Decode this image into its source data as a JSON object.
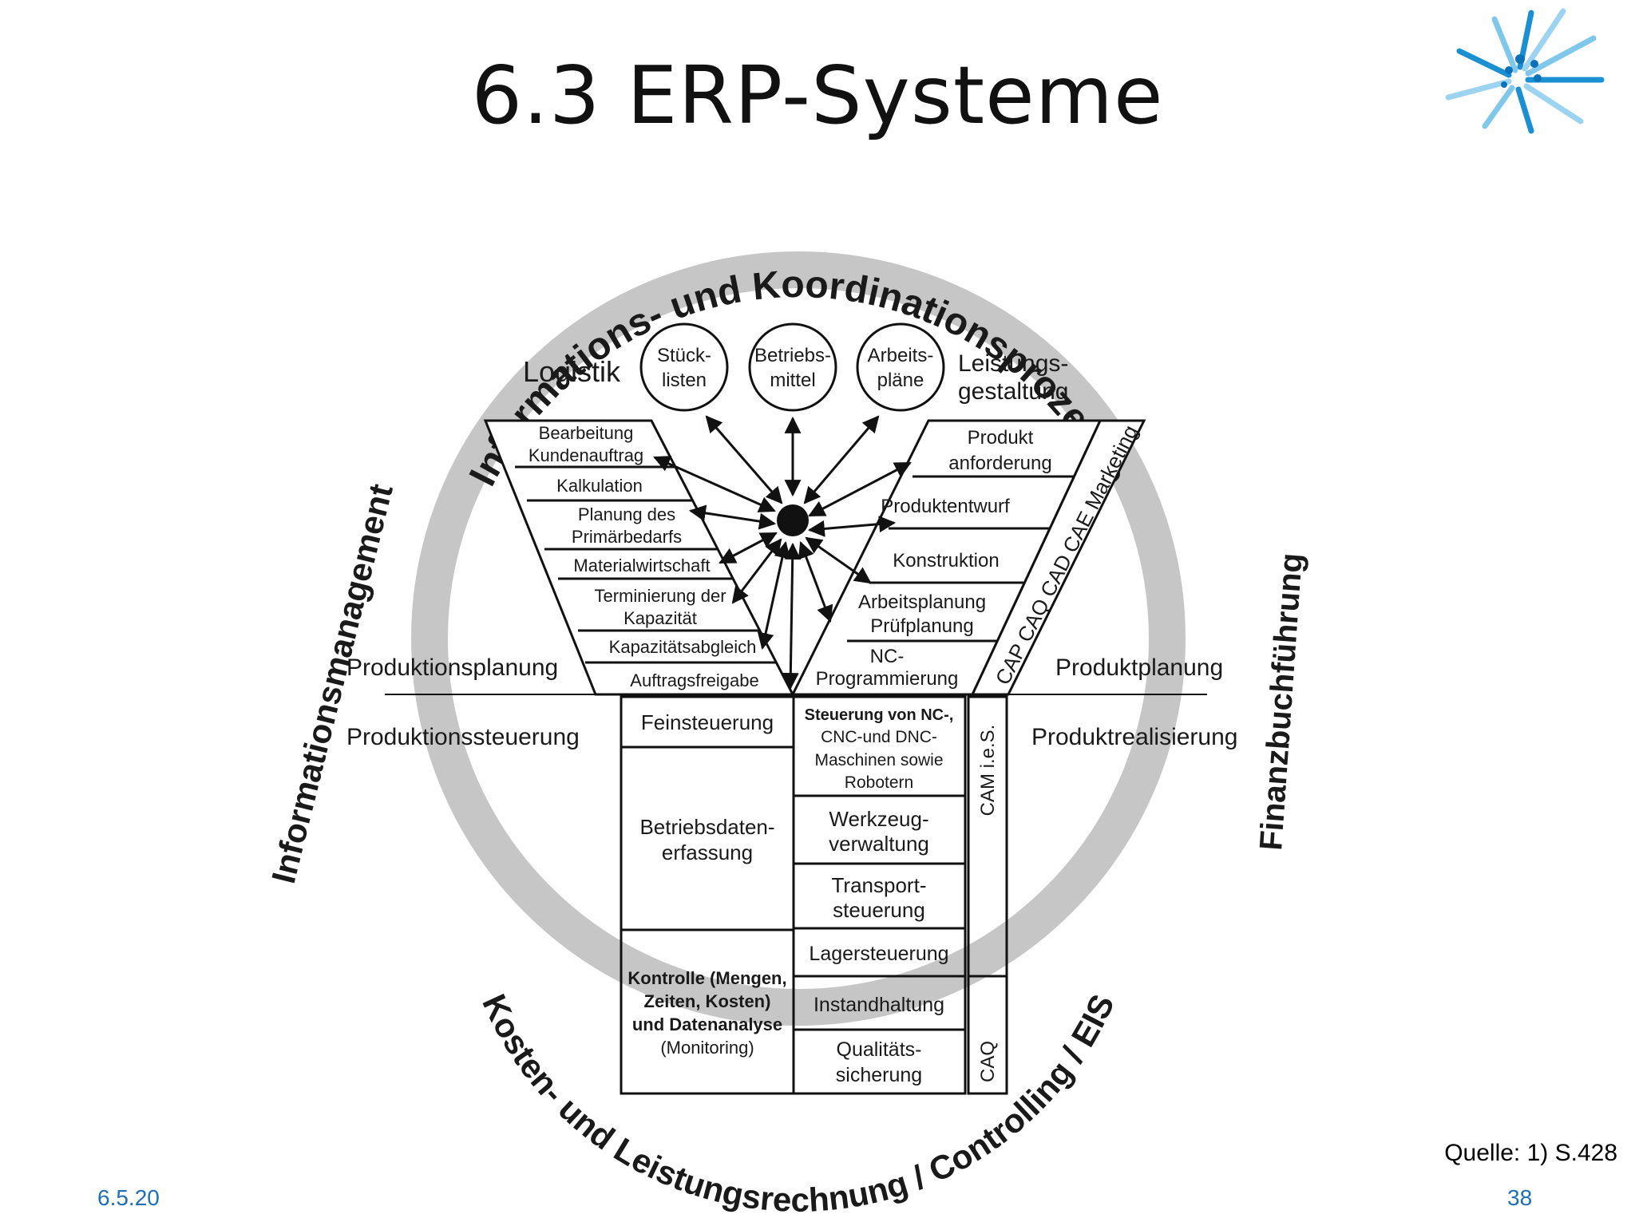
{
  "slide": {
    "title": "6.3 ERP-Systeme",
    "source": "Quelle: 1) S.428",
    "date": "6.5.20",
    "page": "38"
  },
  "ring": {
    "top": "Informations- und Koordinationsprozesse",
    "bottom": "Kosten- und Leistungsrechnung / Controlling / EIS",
    "left": "Informationsmanagement",
    "right": "Finanzbuchführung"
  },
  "headers": {
    "logistik": "Logistik",
    "leistung_1": "Leistungs-",
    "leistung_2": "gestaltung"
  },
  "circles": [
    {
      "l1": "Stück-",
      "l2": "listen"
    },
    {
      "l1": "Betriebs-",
      "l2": "mittel"
    },
    {
      "l1": "Arbeits-",
      "l2": "pläne"
    }
  ],
  "left_funnel": [
    {
      "l1": "Bearbeitung",
      "l2": "Kundenauftrag"
    },
    {
      "l1": "Kalkulation",
      "l2": ""
    },
    {
      "l1": "Planung des",
      "l2": "Primärbedarfs"
    },
    {
      "l1": "Materialwirtschaft",
      "l2": ""
    },
    {
      "l1": "Terminierung der",
      "l2": "Kapazität"
    },
    {
      "l1": "Kapazitätsabgleich",
      "l2": ""
    },
    {
      "l1": "Auftragsfreigabe",
      "l2": ""
    }
  ],
  "right_funnel": [
    {
      "l1": "Produkt",
      "l2": "anforderung"
    },
    {
      "l1": "Produktentwurf",
      "l2": ""
    },
    {
      "l1": "Konstruktion",
      "l2": ""
    },
    {
      "l1": "Arbeitsplanung",
      "l2": "Prüfplanung"
    },
    {
      "l1": "NC-",
      "l2": "Programmierung"
    }
  ],
  "diagonal_label": "CAP CAQ CAD CAE Marketing",
  "sides": {
    "prod_planung": "Produktionsplanung",
    "prod_steuerung": "Produktionssteuerung",
    "produktplanung": "Produktplanung",
    "produktrealisierung": "Produktrealisierung"
  },
  "lower_left": {
    "fein": "Feinsteuerung",
    "bde_1": "Betriebsdaten-",
    "bde_2": "erfassung",
    "ko_1": "Kontrolle (Mengen,",
    "ko_2": "Zeiten, Kosten)",
    "ko_3": "und Datenanalyse",
    "ko_4": "(Monitoring)"
  },
  "lower_right": {
    "nc_1": "Steuerung von NC-,",
    "nc_2": "CNC-und DNC-",
    "nc_3": "Maschinen sowie",
    "nc_4": "Robotern",
    "wz_1": "Werkzeug-",
    "wz_2": "verwaltung",
    "tr_1": "Transport-",
    "tr_2": "steuerung",
    "lager": "Lagersteuerung",
    "inst": "Instandhaltung",
    "qs_1": "Qualitäts-",
    "qs_2": "sicherung"
  },
  "side_strip": {
    "cam": "CAM i.e.S.",
    "caq": "CAQ"
  }
}
